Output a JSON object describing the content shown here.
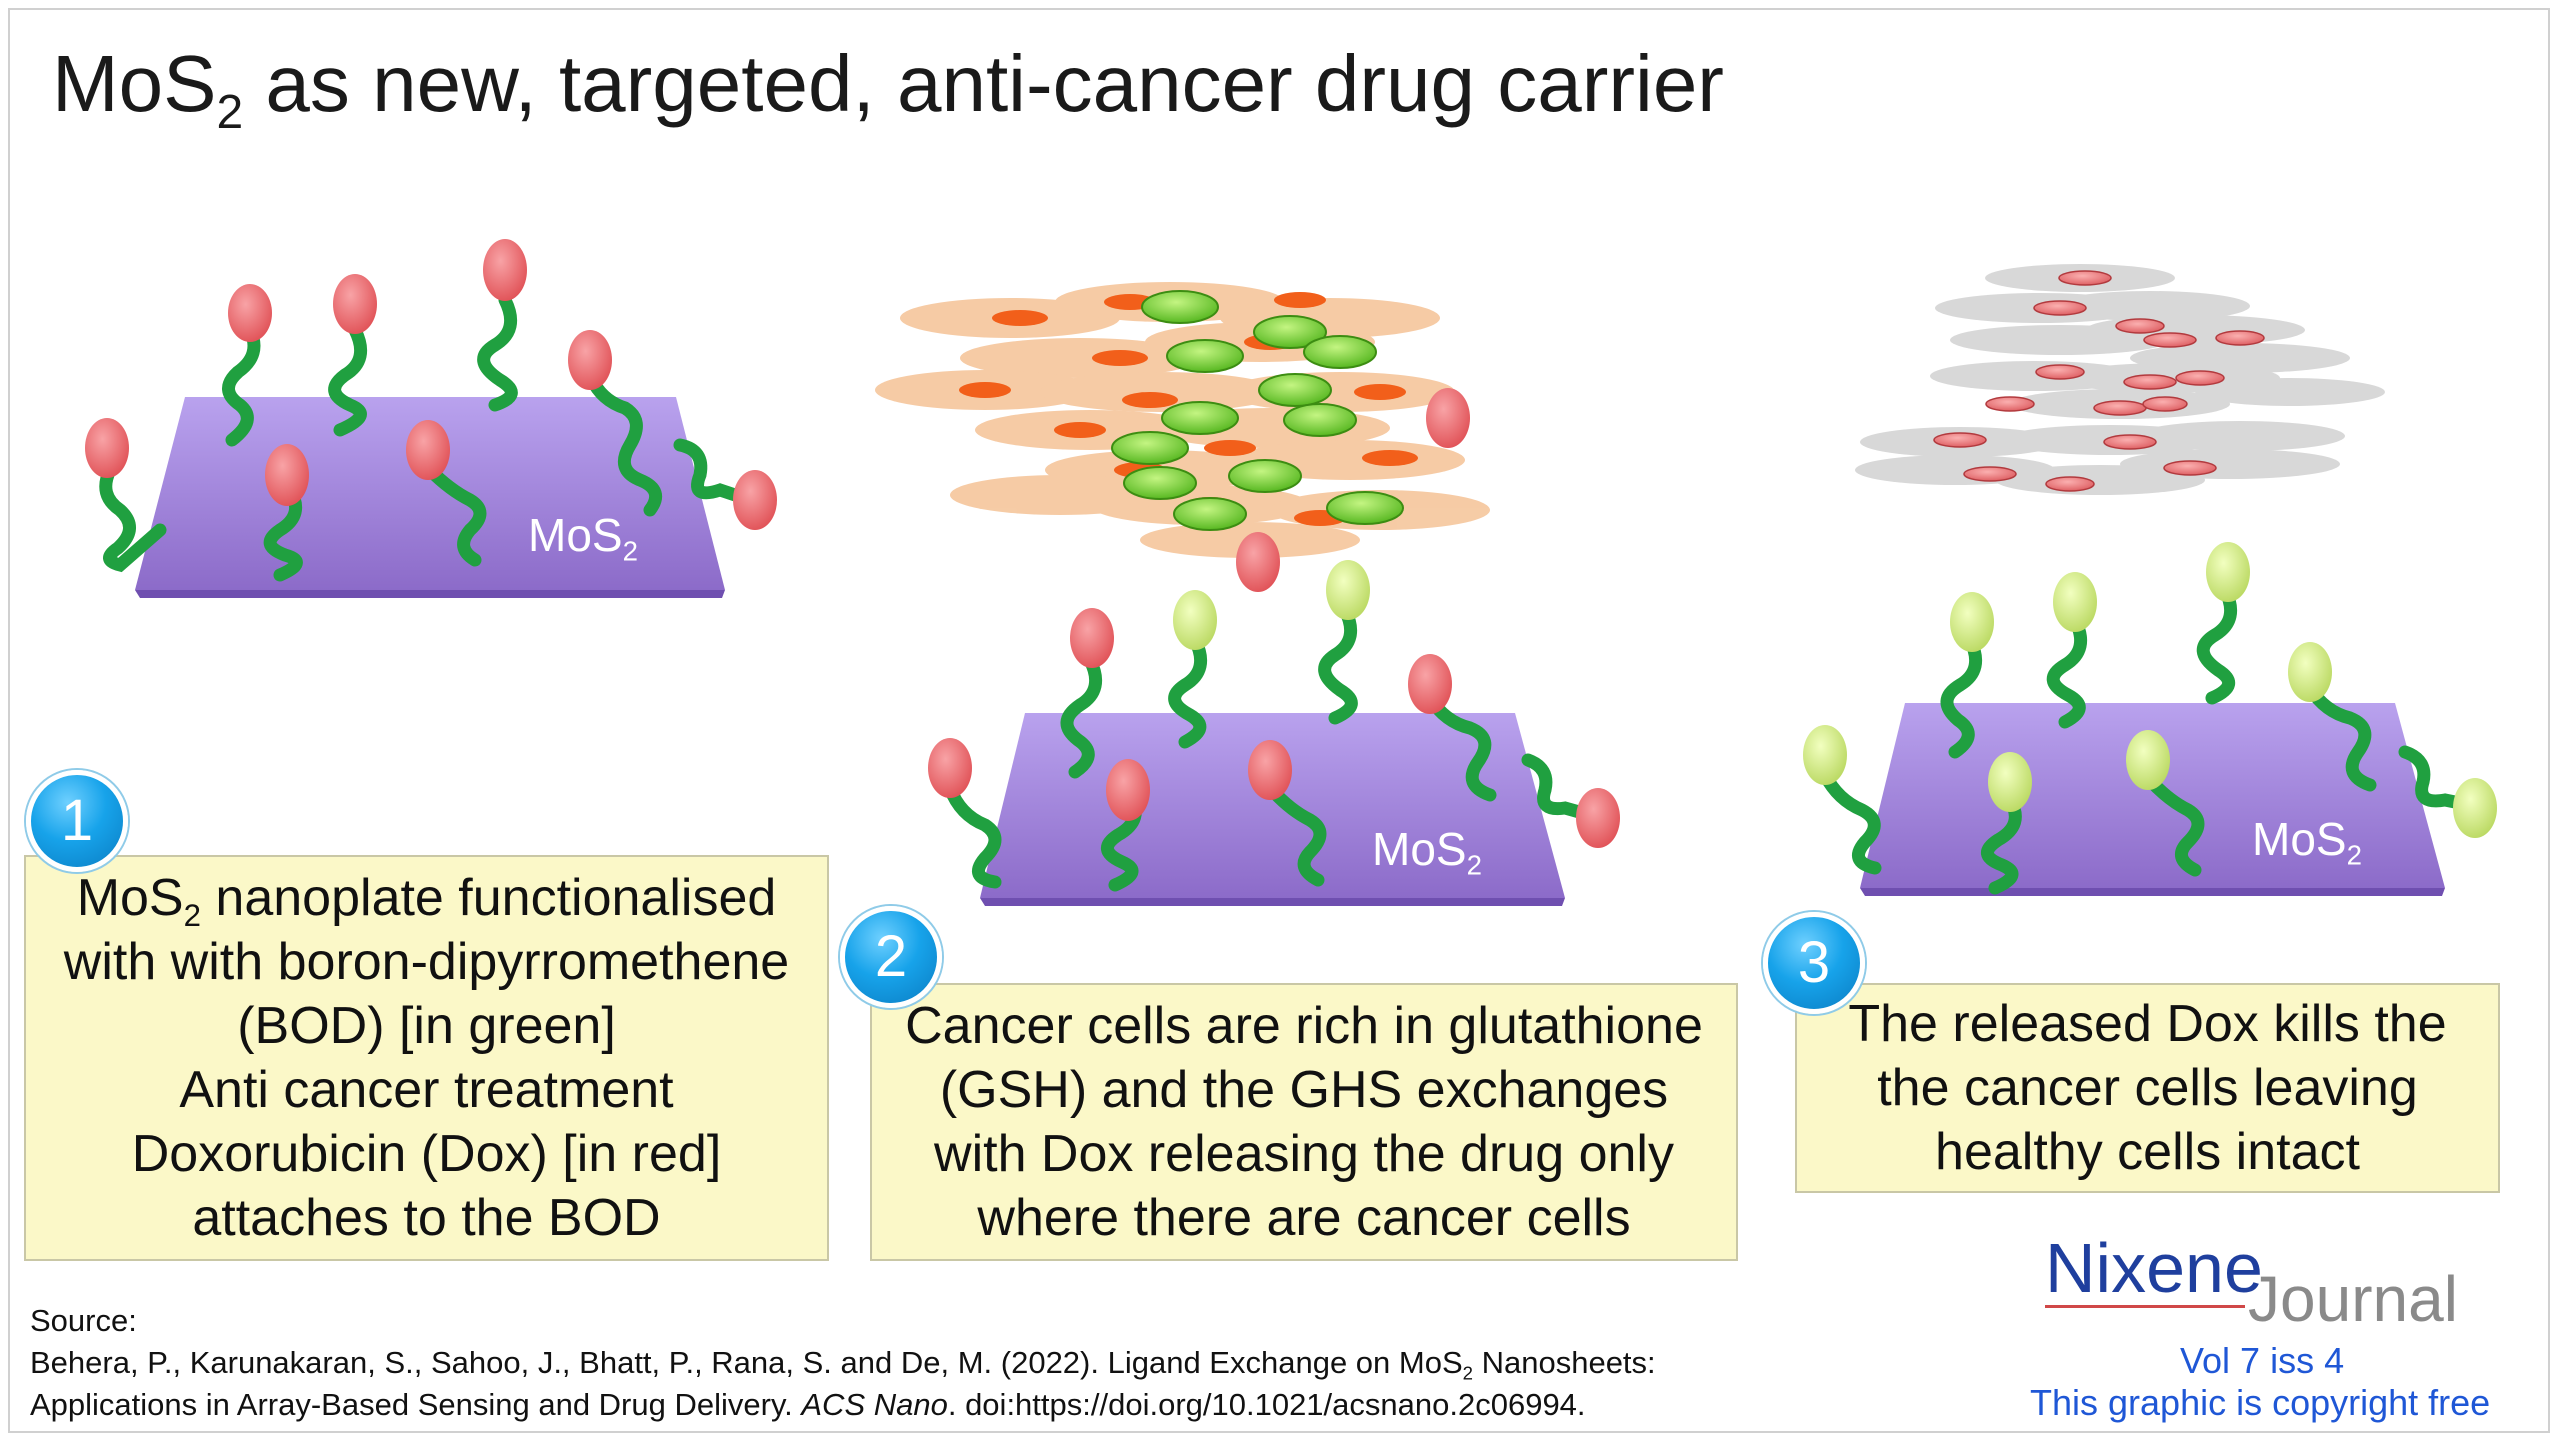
{
  "title": {
    "prefix": "MoS",
    "subscript": "2",
    "rest": " as new, targeted, anti-cancer drug carrier"
  },
  "plate_label": {
    "prefix": "MoS",
    "subscript": "2"
  },
  "steps": [
    {
      "number": "1",
      "lines": [
        {
          "prefix": "MoS",
          "subscript": "2",
          "rest": " nanoplate functionalised"
        },
        "with with boron-dipyrromethene",
        "(BOD) [in green]",
        "Anti cancer treatment",
        "Doxorubicin (Dox) [in red]",
        "attaches to the BOD"
      ]
    },
    {
      "number": "2",
      "lines": [
        "Cancer cells are rich in glutathione",
        "(GSH) and the GHS exchanges",
        "with Dox releasing the drug only",
        "where there are cancer cells"
      ]
    },
    {
      "number": "3",
      "lines": [
        "The released Dox kills the",
        "the cancer cells leaving",
        "healthy cells intact"
      ]
    }
  ],
  "source": {
    "label": "Source:",
    "line1_prefix": "Behera, P., Karunakaran, S., Sahoo, J., Bhatt, P., Rana, S. and De, M. (2022). Ligand Exchange on MoS",
    "line1_sub": "2",
    "line1_suffix": " Nanosheets:",
    "line2_prefix": "Applications in Array-Based Sensing and Drug Delivery. ",
    "line2_italic": "ACS Nano",
    "line2_suffix": ". doi:https://doi.org/10.1021/acsnano.2c06994."
  },
  "brand": {
    "name_main": "Nixene",
    "name_secondary": "Journal",
    "volume": "Vol 7 iss 4",
    "copyright": "This graphic is copyright free"
  },
  "colors": {
    "plate": "#9d7fd8",
    "linker_green": "#20a040",
    "dox_red": "#e85a5f",
    "bod_yellowgreen": "#cfe67a",
    "cancer_cell": "#f6c9a1",
    "cancer_nucleus": "#f25f1a",
    "drug_green": "#72d12a",
    "dead_cell": "#d8d8d8",
    "badge_blue": "#17a3ea",
    "box_fill": "#fbf8c8",
    "brand_blue": "#1f3f9e"
  }
}
